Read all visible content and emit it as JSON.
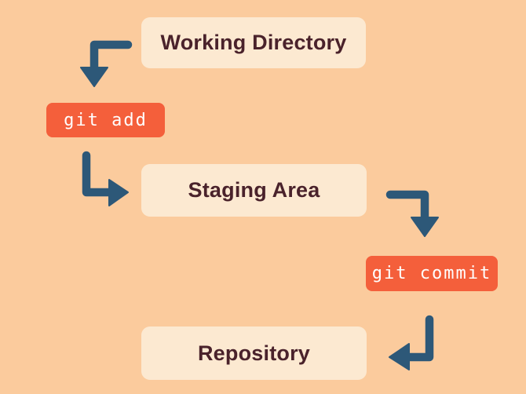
{
  "diagram": {
    "type": "flowchart",
    "topic": "git staging workflow",
    "nodes": [
      {
        "id": "working-directory",
        "label": "Working Directory",
        "kind": "stage"
      },
      {
        "id": "git-add",
        "label": "git add",
        "kind": "command"
      },
      {
        "id": "staging-area",
        "label": "Staging Area",
        "kind": "stage"
      },
      {
        "id": "git-commit",
        "label": "git commit",
        "kind": "command"
      },
      {
        "id": "repository",
        "label": "Repository",
        "kind": "stage"
      }
    ],
    "edges": [
      {
        "from": "working-directory",
        "to": "git-add",
        "shape": "elbow-down-left"
      },
      {
        "from": "git-add",
        "to": "staging-area",
        "shape": "elbow-down-right"
      },
      {
        "from": "staging-area",
        "to": "git-commit",
        "shape": "elbow-right-down"
      },
      {
        "from": "git-commit",
        "to": "repository",
        "shape": "elbow-down-left"
      }
    ],
    "colors": {
      "background": "#FBCB9D",
      "stage_box": "#FCE9D1",
      "stage_text": "#4A222B",
      "command_box": "#F45F3B",
      "command_text": "#FFFFFF",
      "arrow": "#2D5878"
    }
  }
}
